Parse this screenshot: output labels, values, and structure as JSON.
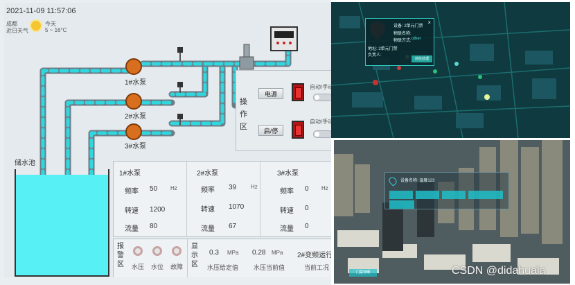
{
  "header": {
    "datetime": "2021-11-09 11:57:06",
    "city": "成都",
    "weather_label": "近日天气",
    "today_label": "今天",
    "temperature": "5 ~ 16°C"
  },
  "tank": {
    "label": "储水池"
  },
  "pumps": [
    {
      "label": "1#水泵"
    },
    {
      "label": "2#水泵"
    },
    {
      "label": "3#水泵"
    }
  ],
  "operation": {
    "area_label": [
      "操",
      "作",
      "区"
    ],
    "power_label": "电源",
    "startstop_label": "启/停",
    "auto_manual_1": "自动/手动",
    "auto_manual_2": "自动/手动"
  },
  "pump_table": [
    {
      "title": "1#水泵",
      "freq_label": "频率",
      "freq": "50",
      "freq_unit": "Hz",
      "speed_label": "转速",
      "speed": "1200",
      "flow_label": "流量",
      "flow": "80"
    },
    {
      "title": "2#水泵",
      "freq_label": "频率",
      "freq": "39",
      "freq_unit": "Hz",
      "speed_label": "转速",
      "speed": "1070",
      "flow_label": "流量",
      "flow": "67"
    },
    {
      "title": "3#水泵",
      "freq_label": "频率",
      "freq": "0",
      "freq_unit": "Hz",
      "speed_label": "转速",
      "speed": "0",
      "flow_label": "流量",
      "flow": "0"
    }
  ],
  "alarm": {
    "area_label": [
      "报",
      "警",
      "区"
    ],
    "items": [
      "水压",
      "水位",
      "故障"
    ]
  },
  "display": {
    "area_label": [
      "显",
      "示",
      "区"
    ],
    "setpoint_value": "0.3",
    "setpoint_unit": "MPa",
    "setpoint_label": "水压给定值",
    "current_value": "0.28",
    "current_unit": "MPa",
    "current_label": "水压当前值",
    "mode_value": "2#变频运行",
    "mode_label": "当前工况"
  },
  "map_popup": {
    "device": "设备: 2单元门禁",
    "name_label": "物联名称:",
    "method_label": "物联方式:",
    "method_value": "other",
    "address": "地址: 2单元门禁",
    "owner": "负责人:",
    "action": "前往处理",
    "close": "×"
  },
  "city_panel": {
    "title": "设备名称: 温度123",
    "watermark": "CSDN @didahuala",
    "bottom_label": "门禁详细"
  },
  "colors": {
    "pipe_base": "#6e7c86",
    "pipe_flow": "#30d7df",
    "water": "#57f0f4",
    "pump": "#d86f1e",
    "map_bg": "#0f3a40",
    "accent": "#2ec9c0"
  }
}
